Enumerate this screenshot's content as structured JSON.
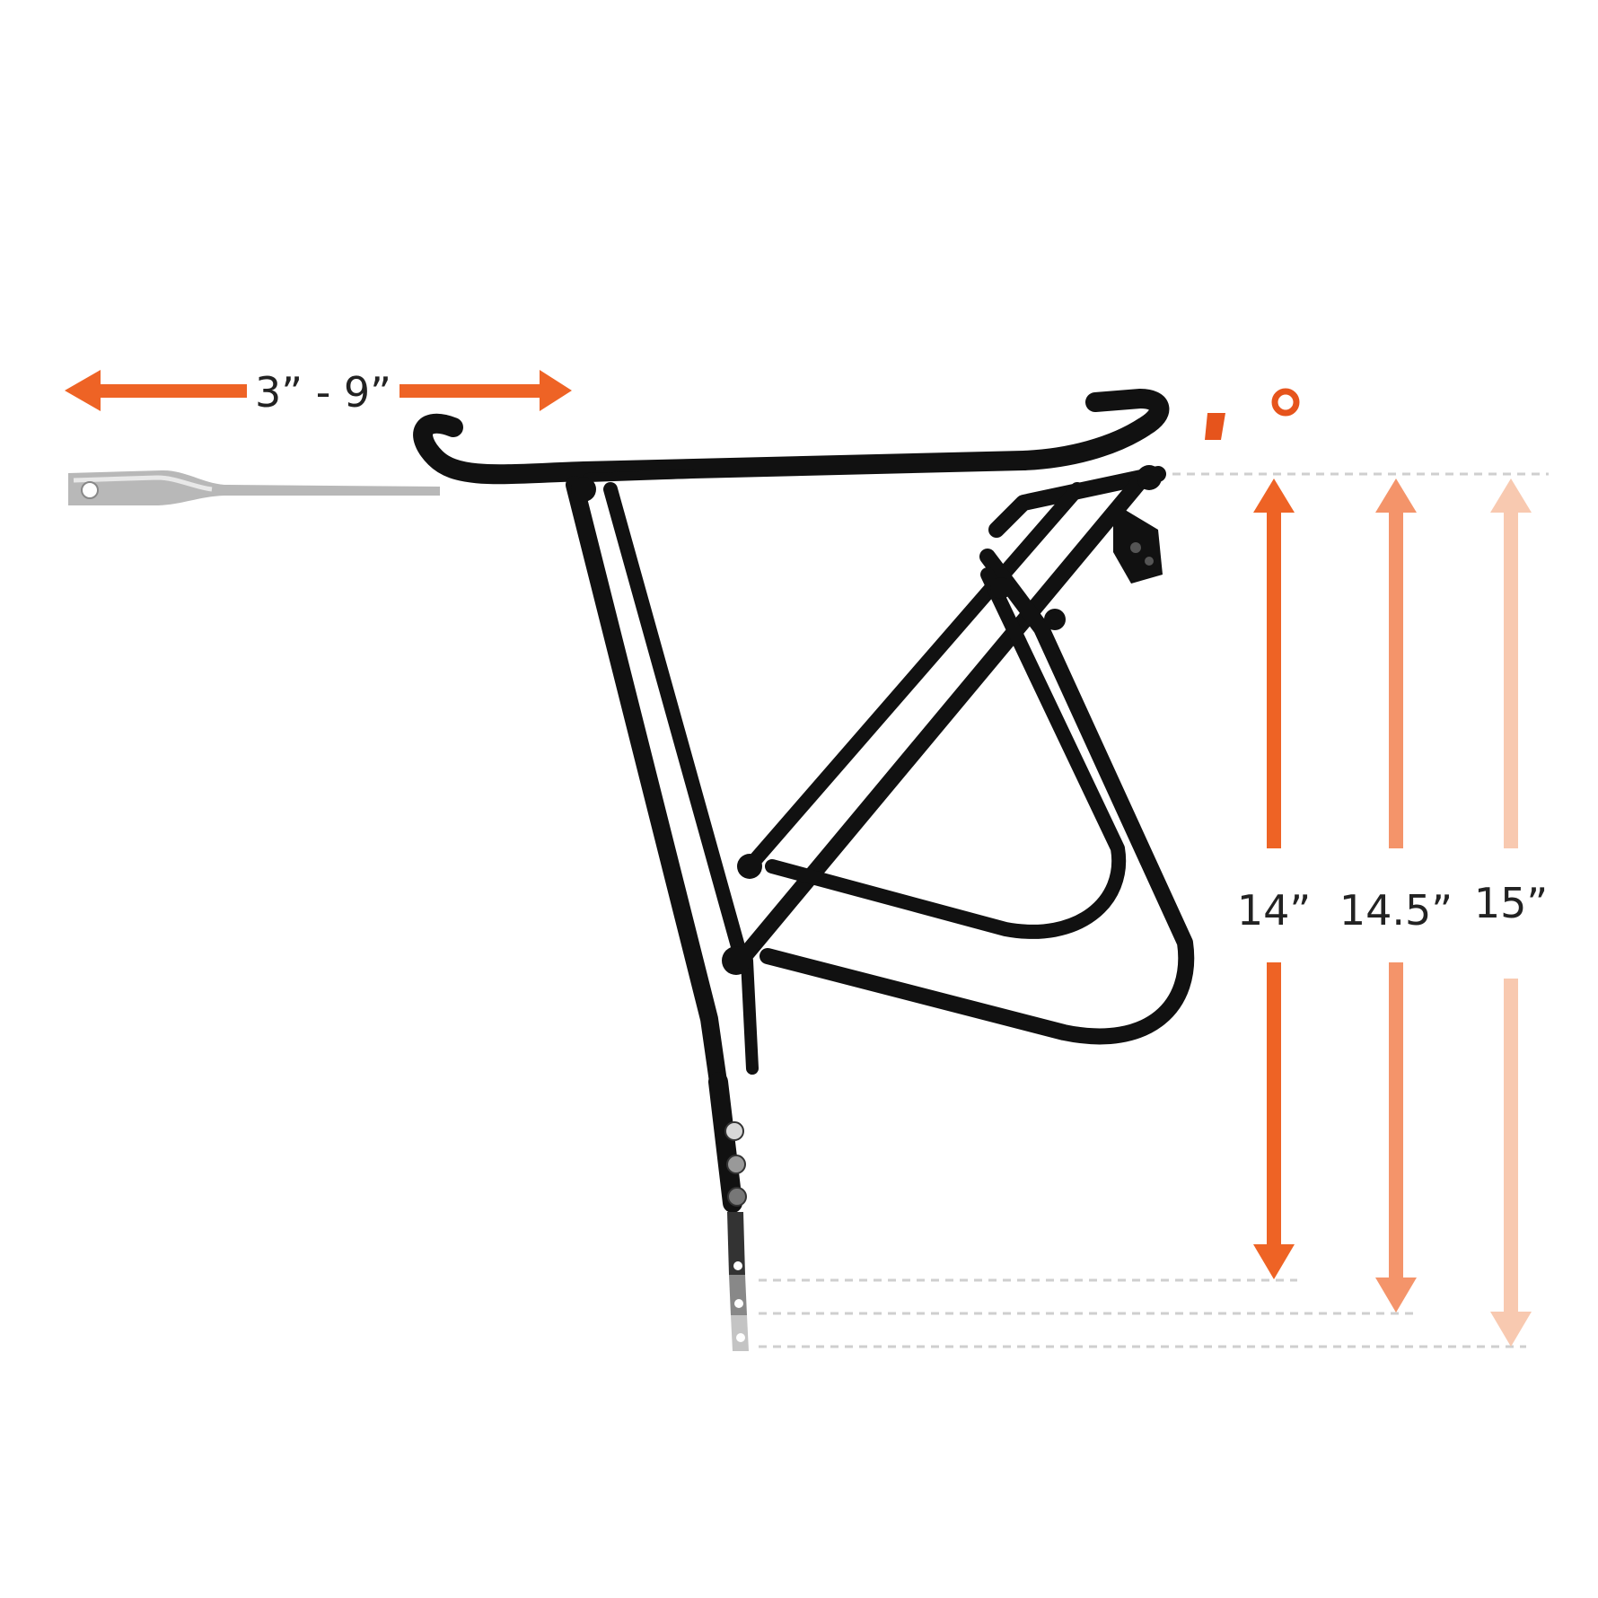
{
  "colors": {
    "background": "#ffffff",
    "rack_black": "#111111",
    "strut_steel": "#b8b8b8",
    "guide_line": "#cfcfcf",
    "orange_strong": "#ee6325",
    "orange_medium": "#f4946a",
    "orange_light": "#f8c9b0",
    "reflector_orange": "#e6541c"
  },
  "labels": {
    "strut_length": "3” - 9”",
    "height_1": "14”",
    "height_2": "14.5”",
    "height_3": "15”"
  },
  "icons": {
    "rack": "rear-bike-rack",
    "strut": "adjustable-seatstay-strut"
  }
}
